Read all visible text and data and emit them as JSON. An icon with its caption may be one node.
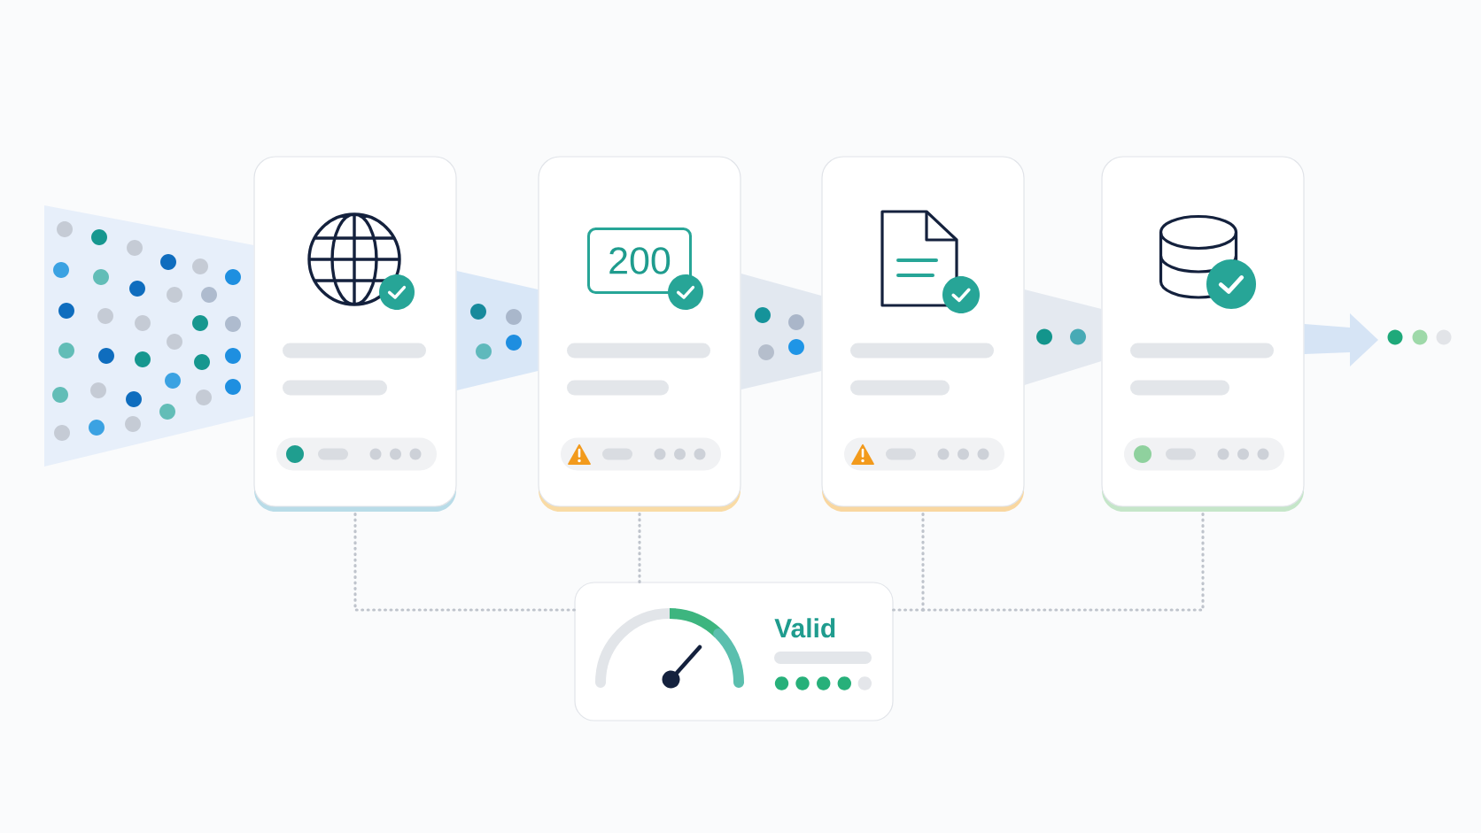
{
  "diagram": {
    "nodes": [
      {
        "text": [],
        "shape": "box"
      },
      {
        "text": [],
        "shape": "box"
      },
      {
        "text": [
          "200"
        ],
        "in": 1
      },
      {
        "text": [],
        "shape": "box"
      },
      {
        "text": [],
        "shape": "box"
      },
      {
        "text": [
          "Valid"
        ]
      }
    ],
    "edges": [
      {
        "from": null,
        "to": 0,
        "arrow": "none"
      },
      {
        "from": 0,
        "to": 1,
        "arrow": "none"
      },
      {
        "from": 1,
        "to": 3,
        "arrow": "none"
      },
      {
        "from": 3,
        "to": 4,
        "arrow": "none"
      },
      {
        "from": 4,
        "to": null,
        "arrow": "to"
      },
      {
        "from": 0,
        "to": 5,
        "arrow": "none",
        "style": "dashed",
        "color": "#bfc4cc"
      },
      {
        "from": 1,
        "to": 5,
        "arrow": "none",
        "style": "dashed",
        "color": "#bfc4cc"
      },
      {
        "from": 3,
        "to": 5,
        "arrow": "none",
        "style": "dashed",
        "color": "#bfc4cc"
      },
      {
        "from": 4,
        "to": 5,
        "arrow": "none",
        "style": "dashed",
        "color": "#bfc4cc"
      }
    ]
  }
}
